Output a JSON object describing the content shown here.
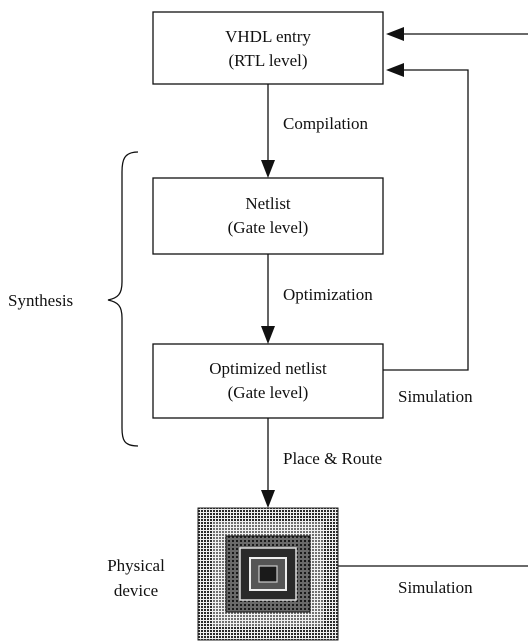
{
  "boxes": {
    "vhdl": {
      "line1": "VHDL entry",
      "line2": "(RTL level)"
    },
    "netlist": {
      "line1": "Netlist",
      "line2": "(Gate level)"
    },
    "optimized": {
      "line1": "Optimized netlist",
      "line2": "(Gate level)"
    }
  },
  "edge_labels": {
    "compilation": "Compilation",
    "optimization": "Optimization",
    "place_route": "Place & Route",
    "simulation_netlist": "Simulation",
    "simulation_device": "Simulation"
  },
  "group": {
    "synthesis": "Synthesis"
  },
  "device": {
    "line1": "Physical",
    "line2": "device"
  }
}
